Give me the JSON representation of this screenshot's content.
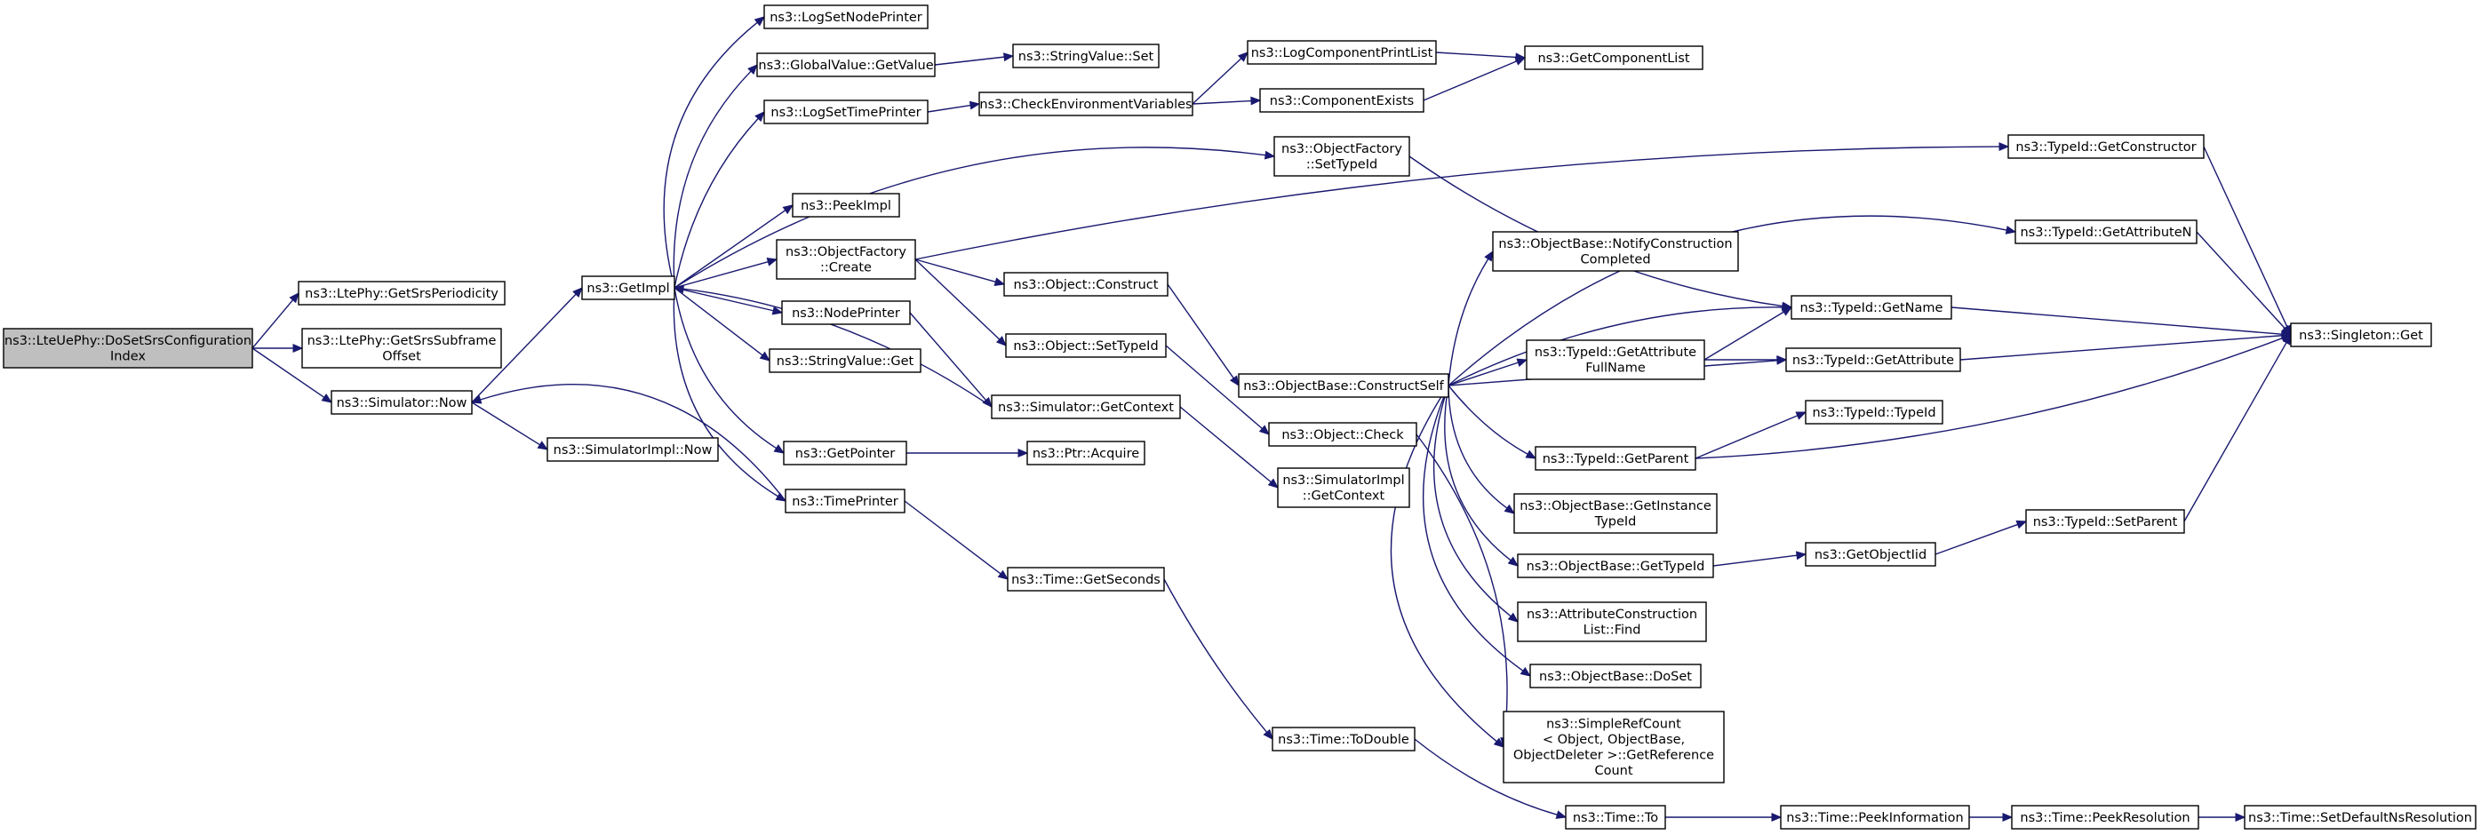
{
  "graph": {
    "colors": {
      "edge": "#191970",
      "root_fill": "#bfbfbf",
      "truncated_border": "#ff0000"
    },
    "nodes": [
      {
        "id": "root",
        "lines": [
          "ns3::LteUePhy::DoSetSrsConfiguration",
          "Index"
        ],
        "kind": "root"
      },
      {
        "id": "getSrsPeriodicity",
        "lines": [
          "ns3::LtePhy::GetSrsPeriodicity"
        ]
      },
      {
        "id": "getSrsSubframeOffset",
        "lines": [
          "ns3::LtePhy::GetSrsSubframe",
          "Offset"
        ]
      },
      {
        "id": "simNow",
        "lines": [
          "ns3::Simulator::Now"
        ]
      },
      {
        "id": "getImpl",
        "lines": [
          "ns3::GetImpl"
        ]
      },
      {
        "id": "simImplNow",
        "lines": [
          "ns3::SimulatorImpl::Now"
        ]
      },
      {
        "id": "logSetNodePrinter",
        "lines": [
          "ns3::LogSetNodePrinter"
        ]
      },
      {
        "id": "globalValueGetValue",
        "lines": [
          "ns3::GlobalValue::GetValue"
        ]
      },
      {
        "id": "logSetTimePrinter",
        "lines": [
          "ns3::LogSetTimePrinter"
        ]
      },
      {
        "id": "peekImpl",
        "lines": [
          "ns3::PeekImpl"
        ]
      },
      {
        "id": "objFactoryCreate",
        "lines": [
          "ns3::ObjectFactory",
          "::Create"
        ]
      },
      {
        "id": "nodePrinter",
        "lines": [
          "ns3::NodePrinter"
        ]
      },
      {
        "id": "stringValueGet",
        "lines": [
          "ns3::StringValue::Get"
        ]
      },
      {
        "id": "getPointer",
        "lines": [
          "ns3::GetPointer"
        ]
      },
      {
        "id": "timePrinter",
        "lines": [
          "ns3::TimePrinter"
        ]
      },
      {
        "id": "stringValueSet",
        "lines": [
          "ns3::StringValue::Set"
        ]
      },
      {
        "id": "checkEnv",
        "lines": [
          "ns3::CheckEnvironmentVariables"
        ]
      },
      {
        "id": "objFactorySetTypeId",
        "lines": [
          "ns3::ObjectFactory",
          "::SetTypeId"
        ]
      },
      {
        "id": "objectConstruct",
        "lines": [
          "ns3::Object::Construct"
        ]
      },
      {
        "id": "objectSetTypeId",
        "lines": [
          "ns3::Object::SetTypeId"
        ]
      },
      {
        "id": "simGetContext",
        "lines": [
          "ns3::Simulator::GetContext"
        ]
      },
      {
        "id": "ptrAcquire",
        "lines": [
          "ns3::Ptr::Acquire"
        ]
      },
      {
        "id": "timeGetSeconds",
        "lines": [
          "ns3::Time::GetSeconds"
        ]
      },
      {
        "id": "logComponentPrintList",
        "lines": [
          "ns3::LogComponentPrintList"
        ]
      },
      {
        "id": "componentExists",
        "lines": [
          "ns3::ComponentExists"
        ]
      },
      {
        "id": "getComponentList",
        "lines": [
          "ns3::GetComponentList"
        ]
      },
      {
        "id": "constructSelf",
        "lines": [
          "ns3::ObjectBase::ConstructSelf"
        ]
      },
      {
        "id": "objectCheck",
        "lines": [
          "ns3::Object::Check"
        ]
      },
      {
        "id": "simImplGetContext",
        "lines": [
          "ns3::SimulatorImpl",
          "::GetContext"
        ]
      },
      {
        "id": "timeToDouble",
        "lines": [
          "ns3::Time::ToDouble"
        ]
      },
      {
        "id": "notifyConstruction",
        "lines": [
          "ns3::ObjectBase::NotifyConstruction",
          "Completed"
        ]
      },
      {
        "id": "getAttributeFullName",
        "lines": [
          "ns3::TypeId::GetAttribute",
          "FullName"
        ]
      },
      {
        "id": "typeIdGetParent",
        "lines": [
          "ns3::TypeId::GetParent"
        ]
      },
      {
        "id": "getInstanceTypeId",
        "lines": [
          "ns3::ObjectBase::GetInstance",
          "TypeId"
        ]
      },
      {
        "id": "objBaseGetTypeId",
        "lines": [
          "ns3::ObjectBase::GetTypeId"
        ]
      },
      {
        "id": "attrConstructionFind",
        "lines": [
          "ns3::AttributeConstruction",
          "List::Find"
        ]
      },
      {
        "id": "objBaseDoSet",
        "lines": [
          "ns3::ObjectBase::DoSet"
        ]
      },
      {
        "id": "simpleRefCount",
        "lines": [
          "ns3::SimpleRefCount",
          "< Object, ObjectBase,",
          "ObjectDeleter >::GetReference",
          "Count"
        ]
      },
      {
        "id": "timeTo",
        "lines": [
          "ns3::Time::To"
        ]
      },
      {
        "id": "typeIdGetName",
        "lines": [
          "ns3::TypeId::GetName"
        ]
      },
      {
        "id": "typeIdGetAttribute",
        "lines": [
          "ns3::TypeId::GetAttribute"
        ]
      },
      {
        "id": "typeIdTypeId",
        "lines": [
          "ns3::TypeId::TypeId"
        ]
      },
      {
        "id": "getObjectIid",
        "lines": [
          "ns3::GetObjectIid"
        ]
      },
      {
        "id": "timePeekInformation",
        "lines": [
          "ns3::Time::PeekInformation"
        ]
      },
      {
        "id": "typeIdGetConstructor",
        "lines": [
          "ns3::TypeId::GetConstructor"
        ]
      },
      {
        "id": "typeIdGetAttributeN",
        "lines": [
          "ns3::TypeId::GetAttributeN"
        ]
      },
      {
        "id": "typeIdSetParent",
        "lines": [
          "ns3::TypeId::SetParent"
        ]
      },
      {
        "id": "timePeekResolution",
        "lines": [
          "ns3::Time::PeekResolution"
        ]
      },
      {
        "id": "singletonGet",
        "lines": [
          "ns3::Singleton::Get"
        ]
      },
      {
        "id": "setDefaultNsResolution",
        "lines": [
          "ns3::Time::SetDefaultNsResolution"
        ],
        "kind": "truncated"
      }
    ],
    "edges": [
      [
        "root",
        "getSrsPeriodicity"
      ],
      [
        "root",
        "getSrsSubframeOffset"
      ],
      [
        "root",
        "simNow"
      ],
      [
        "simNow",
        "getImpl"
      ],
      [
        "simNow",
        "simImplNow"
      ],
      [
        "getImpl",
        "logSetNodePrinter"
      ],
      [
        "getImpl",
        "globalValueGetValue"
      ],
      [
        "getImpl",
        "logSetTimePrinter"
      ],
      [
        "getImpl",
        "objFactorySetTypeId"
      ],
      [
        "getImpl",
        "peekImpl"
      ],
      [
        "getImpl",
        "objFactoryCreate"
      ],
      [
        "getImpl",
        "nodePrinter"
      ],
      [
        "getImpl",
        "stringValueGet"
      ],
      [
        "getImpl",
        "getPointer"
      ],
      [
        "getImpl",
        "timePrinter"
      ],
      [
        "globalValueGetValue",
        "stringValueSet"
      ],
      [
        "logSetTimePrinter",
        "checkEnv"
      ],
      [
        "checkEnv",
        "logComponentPrintList"
      ],
      [
        "checkEnv",
        "componentExists"
      ],
      [
        "logComponentPrintList",
        "getComponentList"
      ],
      [
        "componentExists",
        "getComponentList"
      ],
      [
        "objFactorySetTypeId",
        "typeIdGetName"
      ],
      [
        "objFactoryCreate",
        "typeIdGetConstructor"
      ],
      [
        "objFactoryCreate",
        "objectConstruct"
      ],
      [
        "objFactoryCreate",
        "objectSetTypeId"
      ],
      [
        "nodePrinter",
        "simGetContext"
      ],
      [
        "simGetContext",
        "getImpl"
      ],
      [
        "simGetContext",
        "simImplGetContext"
      ],
      [
        "timePrinter",
        "simNow"
      ],
      [
        "timePrinter",
        "timeGetSeconds"
      ],
      [
        "getPointer",
        "ptrAcquire"
      ],
      [
        "objectConstruct",
        "constructSelf"
      ],
      [
        "objectSetTypeId",
        "objectCheck"
      ],
      [
        "timeGetSeconds",
        "timeToDouble"
      ],
      [
        "timeToDouble",
        "timeTo"
      ],
      [
        "constructSelf",
        "notifyConstruction"
      ],
      [
        "constructSelf",
        "typeIdGetName"
      ],
      [
        "constructSelf",
        "getAttributeFullName"
      ],
      [
        "constructSelf",
        "typeIdGetAttribute"
      ],
      [
        "constructSelf",
        "typeIdGetAttributeN"
      ],
      [
        "constructSelf",
        "typeIdGetParent"
      ],
      [
        "constructSelf",
        "getInstanceTypeId"
      ],
      [
        "constructSelf",
        "objBaseGetTypeId"
      ],
      [
        "constructSelf",
        "attrConstructionFind"
      ],
      [
        "constructSelf",
        "objBaseDoSet"
      ],
      [
        "constructSelf",
        "simpleRefCount"
      ],
      [
        "objectCheck",
        "simpleRefCount"
      ],
      [
        "getAttributeFullName",
        "typeIdGetName"
      ],
      [
        "getAttributeFullName",
        "typeIdGetAttribute"
      ],
      [
        "typeIdGetParent",
        "typeIdTypeId"
      ],
      [
        "typeIdGetParent",
        "singletonGet"
      ],
      [
        "objBaseGetTypeId",
        "getObjectIid"
      ],
      [
        "getObjectIid",
        "typeIdSetParent"
      ],
      [
        "typeIdGetName",
        "singletonGet"
      ],
      [
        "typeIdGetAttribute",
        "singletonGet"
      ],
      [
        "typeIdGetConstructor",
        "singletonGet"
      ],
      [
        "typeIdGetAttributeN",
        "singletonGet"
      ],
      [
        "typeIdSetParent",
        "singletonGet"
      ],
      [
        "timeTo",
        "timePeekInformation"
      ],
      [
        "timePeekInformation",
        "timePeekResolution"
      ],
      [
        "timePeekResolution",
        "setDefaultNsResolution"
      ]
    ]
  }
}
